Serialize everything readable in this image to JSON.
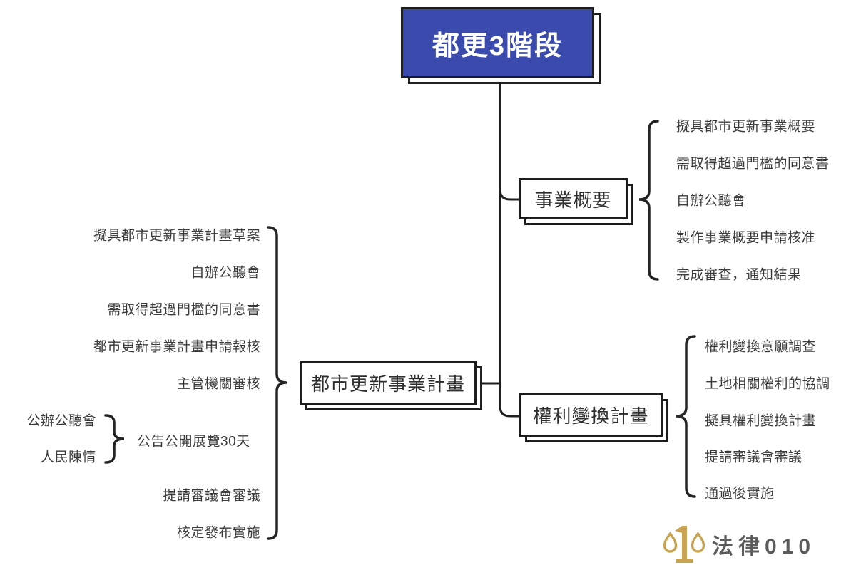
{
  "title": {
    "label": "都更3階段"
  },
  "stage1": {
    "label": "事業概要",
    "items": [
      "擬具都市更新事業概要",
      "需取得超過門檻的同意書",
      "自辦公聽會",
      "製作事業概要申請核准",
      "完成審查，通知結果"
    ]
  },
  "stage2": {
    "label": "都市更新事業計畫",
    "items": [
      "擬具都市更新事業計畫草案",
      "自辦公聽會",
      "需取得超過門檻的同意書",
      "都市更新事業計畫申請報核",
      "主管機關審核",
      "提請審議會審議",
      "核定發布實施"
    ],
    "sub_group": {
      "inputs": [
        "公辦公聽會",
        "人民陳情"
      ],
      "result": "公告公開展覽30天"
    }
  },
  "stage3": {
    "label": "權利變換計畫",
    "items": [
      "權利變換意願調查",
      "土地相關權利的協調",
      "擬具權利變換計畫",
      "提請審議會審議",
      "通過後實施"
    ]
  },
  "logo": {
    "text": "法律010",
    "icon": "scales-of-justice-icon"
  },
  "colors": {
    "title_bg": "#3b4aad",
    "line": "#1f1f1f",
    "text": "#3b3b3b",
    "logo_gold": "#c8a453",
    "logo_text": "#5c5c5c"
  }
}
